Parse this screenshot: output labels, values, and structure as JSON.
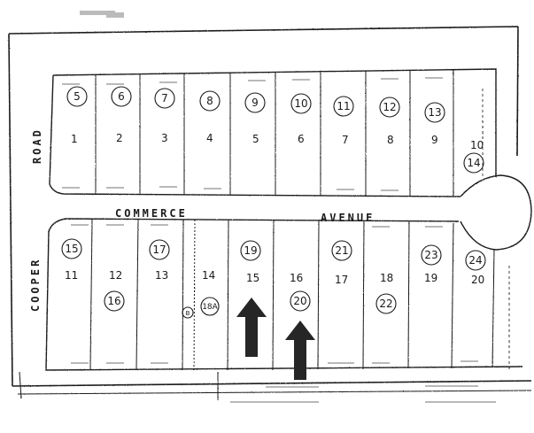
{
  "streets": {
    "commerce": "COMMERCE",
    "avenue": "AVENUE",
    "road": "ROAD",
    "cooper": "COOPER"
  },
  "top_row_lots": [
    "1",
    "2",
    "3",
    "4",
    "5",
    "6",
    "7",
    "8",
    "9",
    "10"
  ],
  "top_row_circled": [
    "5",
    "6",
    "7",
    "8",
    "9",
    "10",
    "11",
    "12",
    "13"
  ],
  "cul_de_sac_circled": "14",
  "bottom_row_lots": [
    "11",
    "12",
    "13",
    "14",
    "15",
    "16",
    "17",
    "18",
    "19",
    "20"
  ],
  "bottom_row_circled_upper": [
    "15",
    "17",
    "19",
    "21",
    "23",
    "24"
  ],
  "bottom_row_circled_lower": [
    "16",
    "20",
    "22"
  ],
  "small_circle_label": "18A",
  "marker_label": "B",
  "icons": [
    "arrow-up-icon",
    "arrow-up-icon"
  ]
}
